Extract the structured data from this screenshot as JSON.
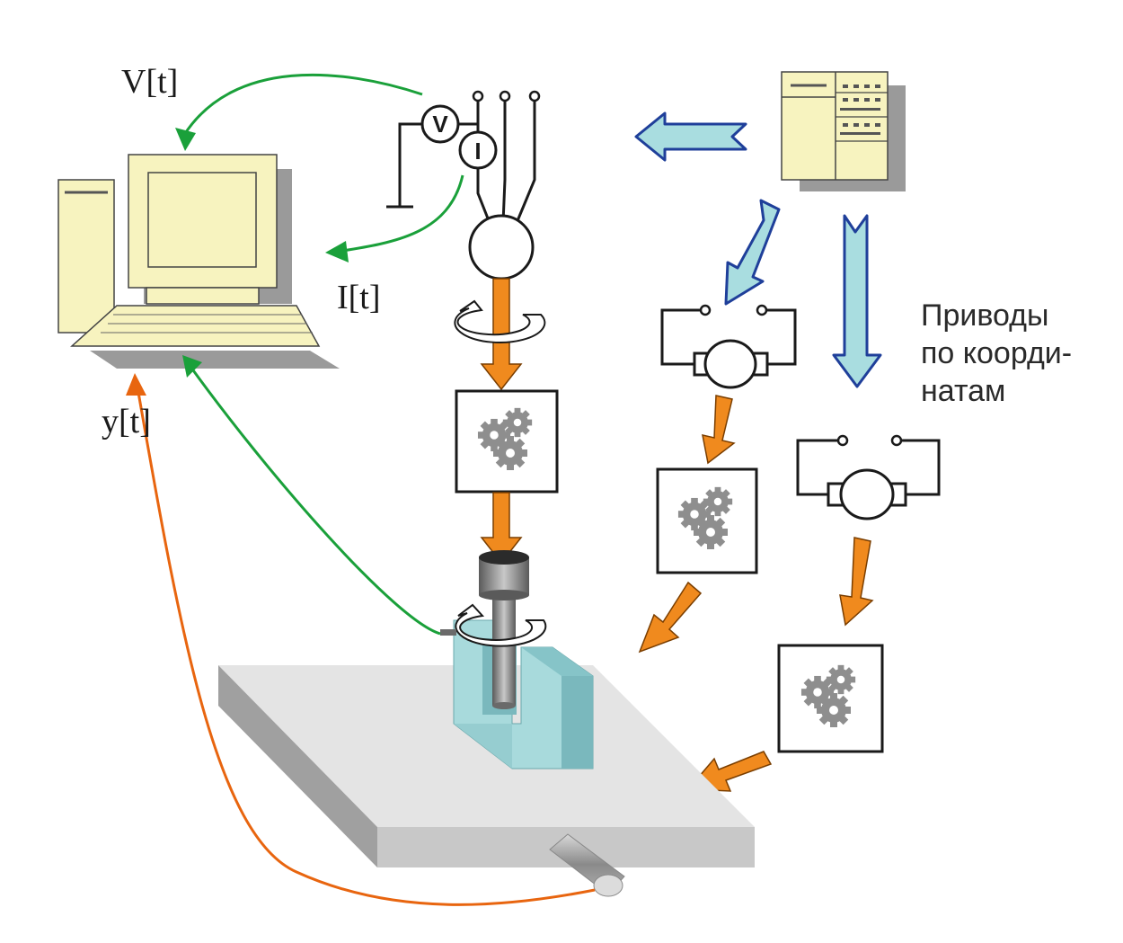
{
  "labels": {
    "voltage": "V[t]",
    "current": "I[t]",
    "output": "y[t]",
    "voltmeter_symbol": "V",
    "ammeter_symbol": "I"
  },
  "drives_caption": {
    "lines": [
      "Приводы",
      "по коорди-",
      "натам"
    ]
  },
  "colors": {
    "signal_green": "#1aa03a",
    "feedback_orange": "#e8650f",
    "power_arrow": "#f08a1e",
    "control_arrow_fill": "#a9dde0",
    "control_arrow_stroke": "#1f3f9a",
    "computer_body": "#f7f3bf",
    "workpiece": "#a8dadc",
    "table_top": "#e4e4e4",
    "table_side": "#a0a0a0",
    "gear": "#8e8e8e"
  },
  "icons": [
    "computer-icon",
    "cnc-controller-icon",
    "voltmeter-icon",
    "ammeter-icon",
    "spindle-motor-icon",
    "dc-motor-icon",
    "gearbox-icon",
    "rotation-arrow-icon",
    "cutting-tool-icon",
    "sensor-icon"
  ]
}
